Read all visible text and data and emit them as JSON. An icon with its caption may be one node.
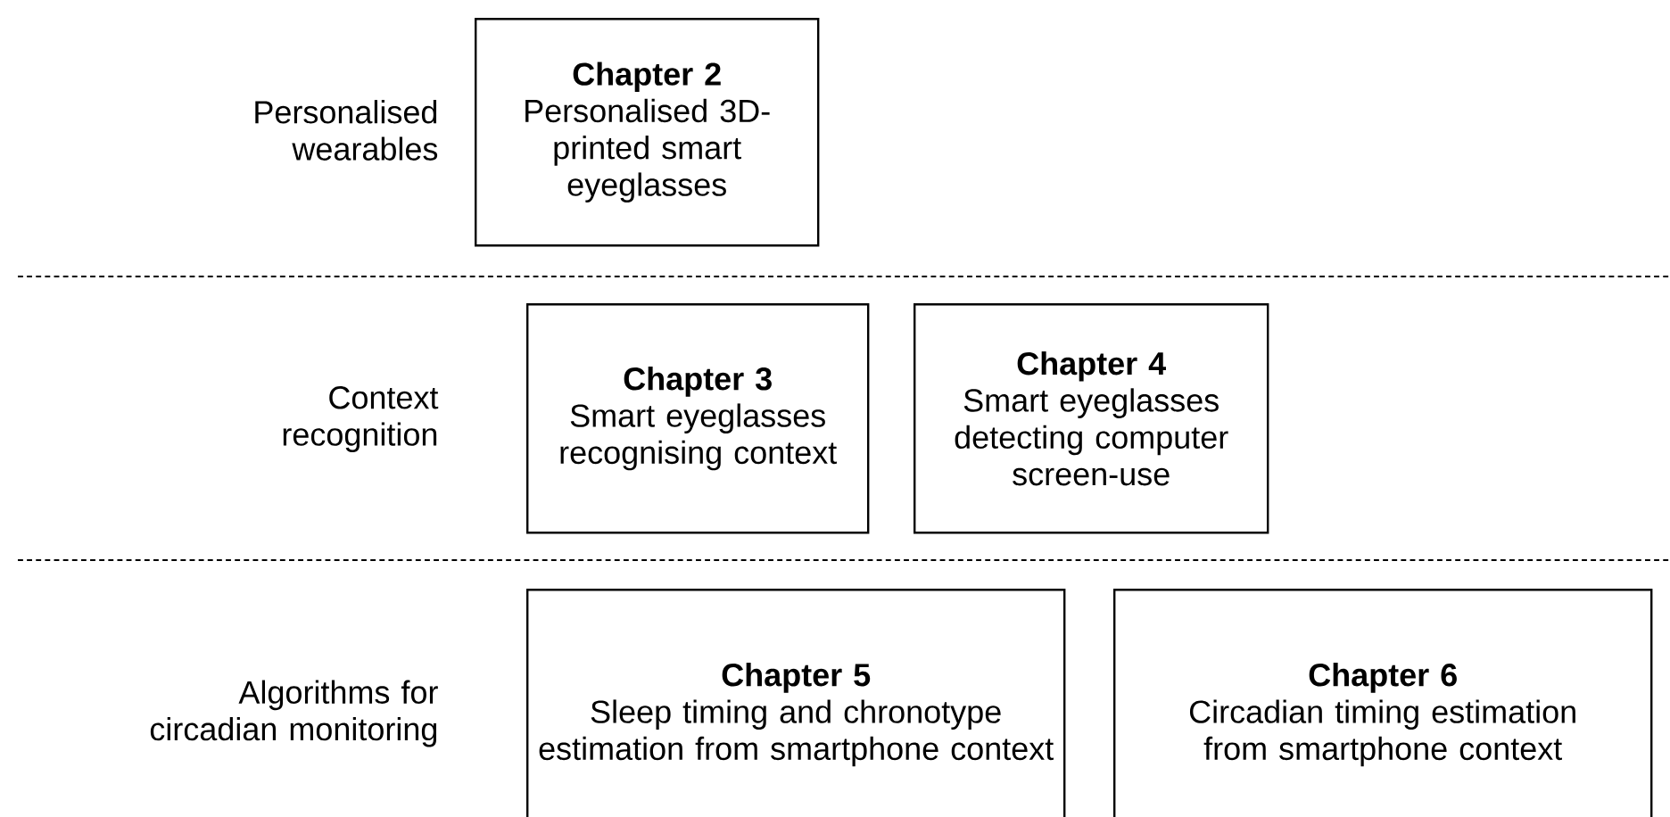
{
  "diagram": {
    "nodes": [
      {
        "text": [
          "Chapter 2",
          "Personalised 3D-printed smart eyeglasses"
        ]
      },
      {
        "text": [
          "Chapter 3",
          "Smart eyeglasses recognising context"
        ]
      },
      {
        "text": [
          "Chapter 4",
          "Smart eyeglasses detecting computer screen-use"
        ]
      },
      {
        "text": [
          "Chapter 5",
          "Sleep timing and chronotype estimation from smartphone context"
        ]
      },
      {
        "text": [
          "Chapter 6",
          "Circadian timing estimation from smartphone context"
        ]
      }
    ],
    "labels": [
      "Personalised wearables",
      "Context recognition",
      "Algorithms for circadian monitoring"
    ]
  }
}
